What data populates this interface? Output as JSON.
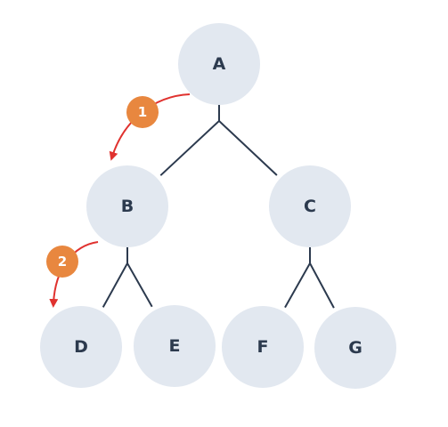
{
  "colors": {
    "node_fill": "#e2e8f0",
    "node_text": "#2c3a4e",
    "edge": "#2c3a4e",
    "arrow": "#e0322f",
    "badge_fill": "#e8873f",
    "badge_text": "#ffffff"
  },
  "nodes": [
    {
      "id": "A",
      "label": "A"
    },
    {
      "id": "B",
      "label": "B"
    },
    {
      "id": "C",
      "label": "C"
    },
    {
      "id": "D",
      "label": "D"
    },
    {
      "id": "E",
      "label": "E"
    },
    {
      "id": "F",
      "label": "F"
    },
    {
      "id": "G",
      "label": "G"
    }
  ],
  "edges": [
    {
      "from": "A",
      "to": "B"
    },
    {
      "from": "A",
      "to": "C"
    },
    {
      "from": "B",
      "to": "D"
    },
    {
      "from": "B",
      "to": "E"
    },
    {
      "from": "C",
      "to": "F"
    },
    {
      "from": "C",
      "to": "G"
    }
  ],
  "steps": [
    {
      "label": "1",
      "from": "A",
      "to": "B"
    },
    {
      "label": "2",
      "from": "B",
      "to": "D"
    }
  ]
}
